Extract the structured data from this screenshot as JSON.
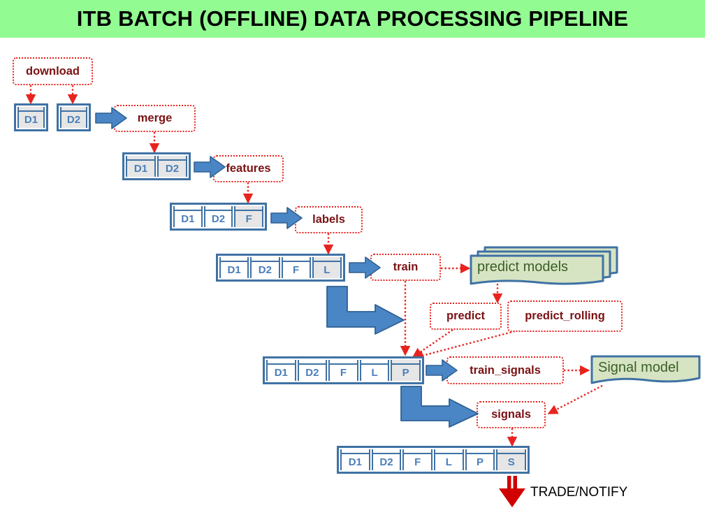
{
  "header": {
    "title": "ITB BATCH (OFFLINE) DATA PROCESSING PIPELINE"
  },
  "colors": {
    "header_bg": "#92fb92",
    "process_border": "#e8231f",
    "process_text": "#7b1113",
    "table_border": "#3f72a4",
    "table_text": "#4a7ebb",
    "cell_highlight": "#e6e6e6",
    "model_fill": "#d7e4c3",
    "model_text": "#3a5f28",
    "arrow_blue": "#4a86c5",
    "trade_arrow": "#d00000"
  },
  "processes": [
    {
      "id": "download",
      "label": "download"
    },
    {
      "id": "merge",
      "label": "merge"
    },
    {
      "id": "features",
      "label": "features"
    },
    {
      "id": "labels",
      "label": "labels"
    },
    {
      "id": "train",
      "label": "train"
    },
    {
      "id": "predict",
      "label": "predict"
    },
    {
      "id": "predict_rolling",
      "label": "predict_rolling"
    },
    {
      "id": "train_signals",
      "label": "train_signals"
    },
    {
      "id": "signals",
      "label": "signals"
    }
  ],
  "models": [
    {
      "id": "predict-models",
      "label": "predict models",
      "stacked": true
    },
    {
      "id": "signal-model",
      "label": "Signal model",
      "stacked": false
    }
  ],
  "datasets": [
    {
      "id": "d1-raw",
      "cells": [
        {
          "label": "D1",
          "highlight": true
        }
      ]
    },
    {
      "id": "d2-raw",
      "cells": [
        {
          "label": "D2",
          "highlight": true
        }
      ]
    },
    {
      "id": "merged",
      "cells": [
        {
          "label": "D1",
          "highlight": true
        },
        {
          "label": "D2",
          "highlight": true
        }
      ]
    },
    {
      "id": "featured",
      "cells": [
        {
          "label": "D1",
          "highlight": false
        },
        {
          "label": "D2",
          "highlight": false
        },
        {
          "label": "F",
          "highlight": true
        }
      ]
    },
    {
      "id": "labeled",
      "cells": [
        {
          "label": "D1",
          "highlight": false
        },
        {
          "label": "D2",
          "highlight": false
        },
        {
          "label": "F",
          "highlight": false
        },
        {
          "label": "L",
          "highlight": true
        }
      ]
    },
    {
      "id": "predicted",
      "cells": [
        {
          "label": "D1",
          "highlight": false
        },
        {
          "label": "D2",
          "highlight": false
        },
        {
          "label": "F",
          "highlight": false
        },
        {
          "label": "L",
          "highlight": false
        },
        {
          "label": "P",
          "highlight": true
        }
      ]
    },
    {
      "id": "signaled",
      "cells": [
        {
          "label": "D1",
          "highlight": false
        },
        {
          "label": "D2",
          "highlight": false
        },
        {
          "label": "F",
          "highlight": false
        },
        {
          "label": "L",
          "highlight": false
        },
        {
          "label": "P",
          "highlight": false
        },
        {
          "label": "S",
          "highlight": true
        }
      ]
    }
  ],
  "output": {
    "label": "TRADE/NOTIFY"
  },
  "cell_labels": {
    "d1": "D1",
    "d2": "D2",
    "f": "F",
    "l": "L",
    "p": "P",
    "s": "S"
  }
}
